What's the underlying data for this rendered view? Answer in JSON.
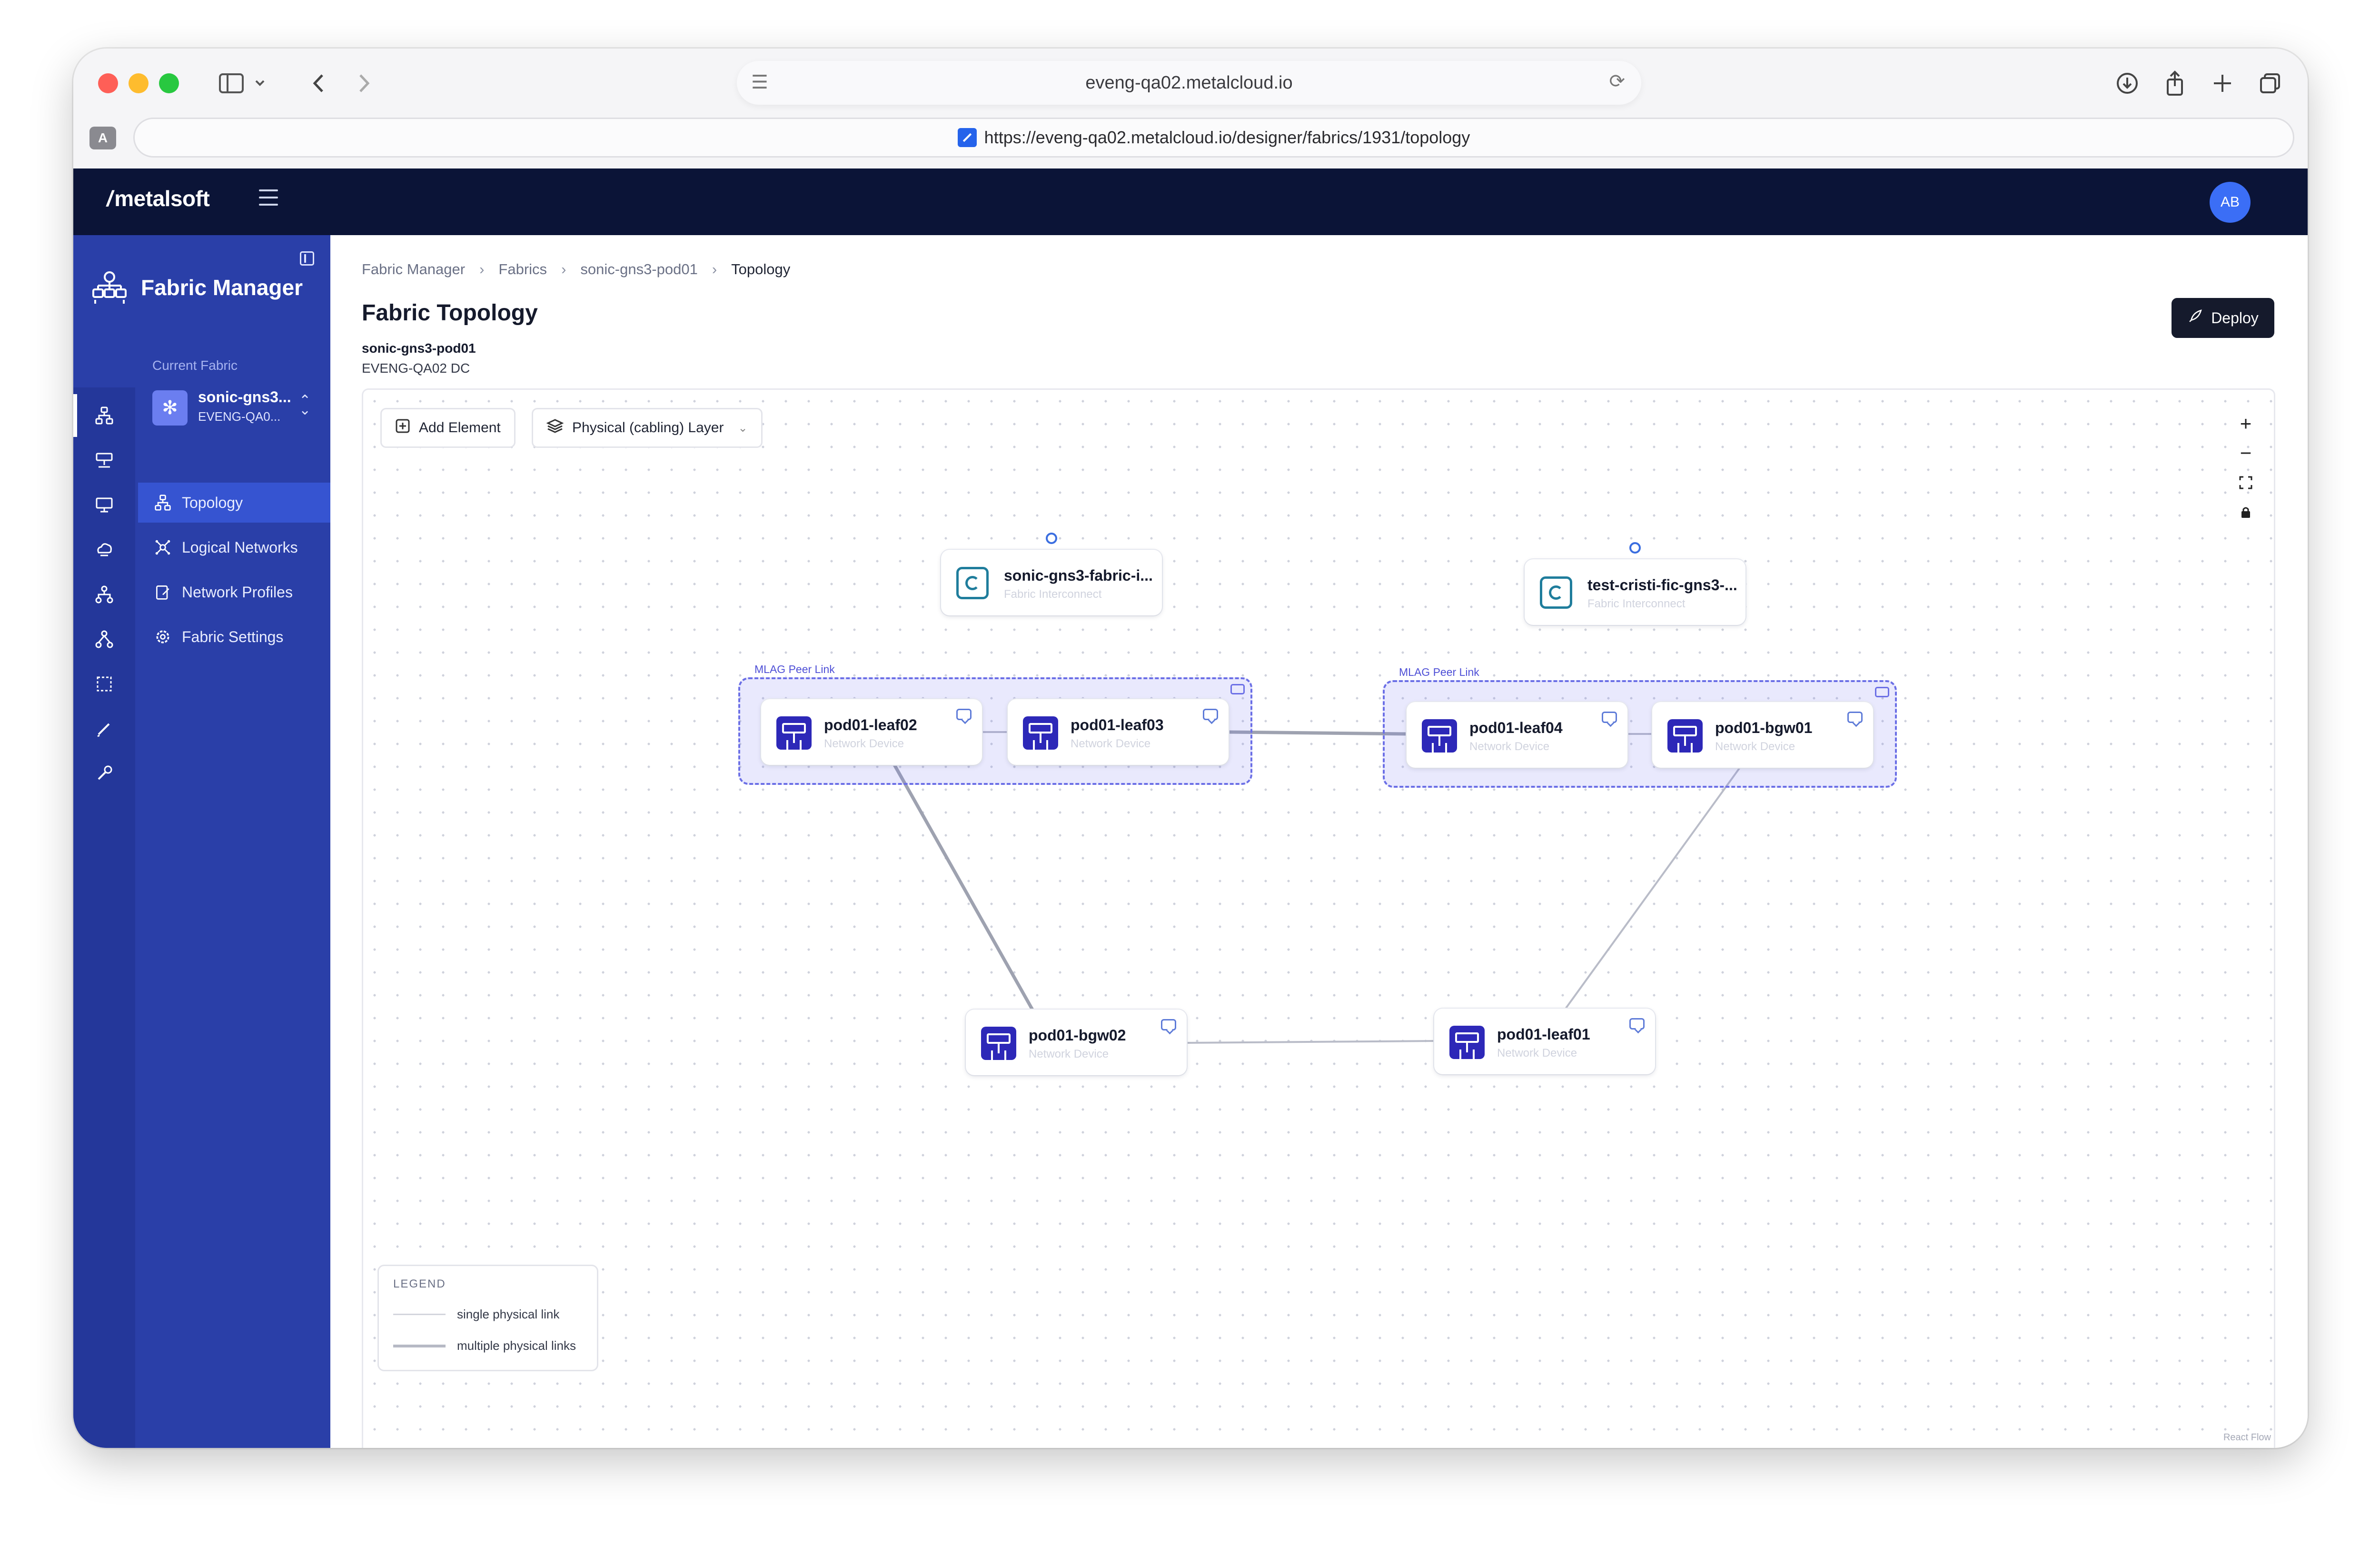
{
  "browser": {
    "domain": "eveng-qa02.metalcloud.io",
    "url": "https://eveng-qa02.metalcloud.io/designer/fabrics/1931/topology",
    "profile_badge": "A"
  },
  "app": {
    "brand": "metalsoft",
    "user_initials": "AB"
  },
  "sidebar": {
    "title": "Fabric Manager",
    "current_fabric_label": "Current Fabric",
    "current_fabric_name": "sonic-gns3...",
    "current_fabric_sub": "EVENG-QA0...",
    "items": [
      {
        "label": "Topology",
        "icon": "topology-icon",
        "active": true
      },
      {
        "label": "Logical Networks",
        "icon": "logical-networks-icon",
        "active": false
      },
      {
        "label": "Network Profiles",
        "icon": "network-profiles-icon",
        "active": false
      },
      {
        "label": "Fabric Settings",
        "icon": "gear-icon",
        "active": false
      }
    ]
  },
  "breadcrumb": [
    "Fabric Manager",
    "Fabrics",
    "sonic-gns3-pod01",
    "Topology"
  ],
  "page": {
    "title": "Fabric Topology",
    "fabric_name": "sonic-gns3-pod01",
    "datacenter": "EVENG-QA02 DC",
    "deploy_label": "Deploy"
  },
  "toolbar": {
    "add_element": "Add Element",
    "layer_select": "Physical (cabling) Layer"
  },
  "topology": {
    "groups": [
      {
        "label": "MLAG Peer Link"
      },
      {
        "label": "MLAG Peer Link"
      }
    ],
    "nodes": {
      "fi1": {
        "title": "sonic-gns3-fabric-i...",
        "subtitle": "Fabric Interconnect"
      },
      "fi2": {
        "title": "test-cristi-fic-gns3-...",
        "subtitle": "Fabric Interconnect"
      },
      "leaf02": {
        "title": "pod01-leaf02",
        "subtitle": "Network Device"
      },
      "leaf03": {
        "title": "pod01-leaf03",
        "subtitle": "Network Device"
      },
      "leaf04": {
        "title": "pod01-leaf04",
        "subtitle": "Network Device"
      },
      "bgw01": {
        "title": "pod01-bgw01",
        "subtitle": "Network Device"
      },
      "bgw02": {
        "title": "pod01-bgw02",
        "subtitle": "Network Device"
      },
      "leaf01": {
        "title": "pod01-leaf01",
        "subtitle": "Network Device"
      }
    },
    "links": [
      {
        "from": "leaf02",
        "to": "leaf03",
        "type": "single"
      },
      {
        "from": "leaf03",
        "to": "leaf04",
        "type": "multiple"
      },
      {
        "from": "leaf04",
        "to": "bgw01",
        "type": "single"
      },
      {
        "from": "leaf02",
        "to": "bgw02",
        "type": "multiple"
      },
      {
        "from": "bgw02",
        "to": "leaf01",
        "type": "single"
      },
      {
        "from": "bgw01",
        "to": "leaf01",
        "type": "single"
      }
    ]
  },
  "legend": {
    "title": "LEGEND",
    "single": "single physical link",
    "multiple": "multiple physical links"
  },
  "attribution": "React Flow",
  "colors": {
    "topbar": "#0b1437",
    "sidebar": "#2a3fa8",
    "active_nav": "#3654d1",
    "device_icon": "#2d28b8",
    "fabric_icon": "#1f7d9c",
    "group_border": "#6b6fe6"
  }
}
